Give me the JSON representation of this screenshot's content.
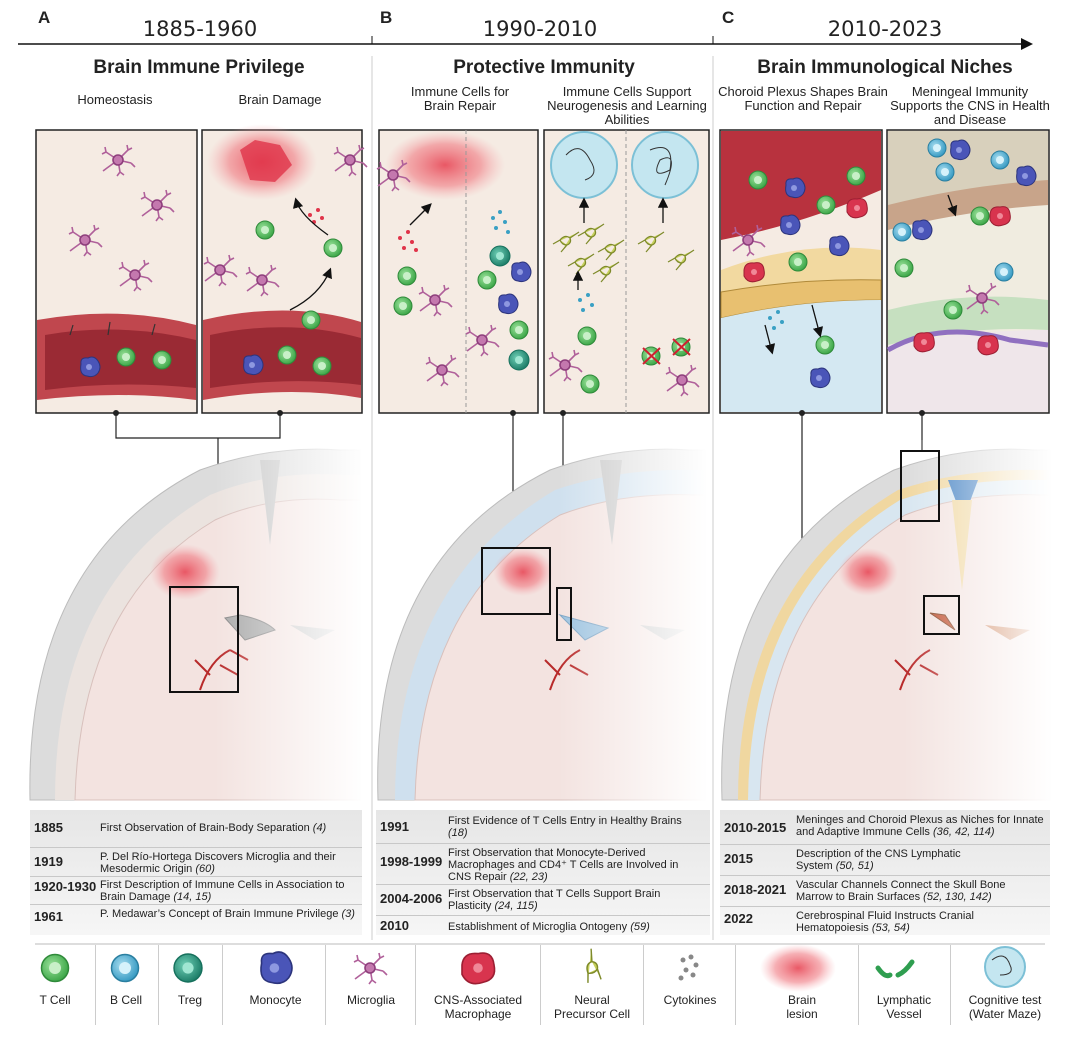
{
  "panels": [
    {
      "letter": "A",
      "era": "1885-1960",
      "title": "Brain Immune Privilege",
      "subtitles": [
        "Homeostasis",
        "Brain Damage"
      ]
    },
    {
      "letter": "B",
      "era": "1990-2010",
      "title": "Protective Immunity",
      "subtitles": [
        "Immune Cells for Brain Repair",
        "Immune Cells Support Neurogenesis and Learning Abilities"
      ]
    },
    {
      "letter": "C",
      "era": "2010-2023",
      "title": "Brain Immunological Niches",
      "subtitles": [
        "Choroid Plexus Shapes Brain Function and Repair",
        "Meningeal Immunity Supports the CNS in Health and Disease"
      ]
    }
  ],
  "timeline_a": [
    {
      "year": "1885",
      "text": "First Observation of Brain-Body Separation",
      "refs": "(4)"
    },
    {
      "year": "1919",
      "text": "P. Del Río-Hortega Discovers Microglia and their Mesodermic Origin",
      "refs": "(60)"
    },
    {
      "year": "1920-1930",
      "text": "First Description of Immune Cells in Association to Brain Damage",
      "refs": "(14, 15)"
    },
    {
      "year": "1961",
      "text": "P. Medawar’s Concept of Brain Immune Privilege",
      "refs": "(3)"
    }
  ],
  "timeline_b": [
    {
      "year": "1991",
      "text": "First Evidence of T Cells Entry in Healthy Brains",
      "refs": "(18)"
    },
    {
      "year": "1998-1999",
      "text": "First Observation that Monocyte-Derived Macrophages and CD4⁺ T Cells are Involved in CNS Repair",
      "refs": "(22, 23)"
    },
    {
      "year": "2004-2006",
      "text": "First Observation that T Cells Support Brain Plasticity",
      "refs": "(24, 115)"
    },
    {
      "year": "2010",
      "text": "Establishment of Microglia Ontogeny",
      "refs": "(59)"
    }
  ],
  "timeline_c": [
    {
      "year": "2010-2015",
      "text": "Meninges and Choroid Plexus as Niches for Innate and Adaptive Immune Cells",
      "refs": "(36, 42, 114)"
    },
    {
      "year": "2015",
      "text": "Description of the CNS Lymphatic System",
      "refs": "(50, 51)"
    },
    {
      "year": "2018-2021",
      "text": "Vascular Channels Connect the Skull Bone Marrow to Brain Surfaces",
      "refs": "(52, 130, 142)"
    },
    {
      "year": "2022",
      "text": "Cerebrospinal Fluid Instructs Cranial Hematopoiesis",
      "refs": "(53, 54)"
    }
  ],
  "legend": [
    {
      "label": "T Cell",
      "icon": "t-cell-icon"
    },
    {
      "label": "B Cell",
      "icon": "b-cell-icon"
    },
    {
      "label": "Treg",
      "icon": "treg-icon"
    },
    {
      "label": "Monocyte",
      "icon": "monocyte-icon"
    },
    {
      "label": "Microglia",
      "icon": "microglia-icon"
    },
    {
      "label": "CNS-Associated Macrophage",
      "icon": "macrophage-icon"
    },
    {
      "label": "Neural Precursor Cell",
      "icon": "neural-precursor-icon"
    },
    {
      "label": "Cytokines",
      "icon": "cytokines-icon"
    },
    {
      "label": "Brain lesion",
      "icon": "brain-lesion-icon"
    },
    {
      "label": "Lymphatic Vessel",
      "icon": "lymphatic-vessel-icon"
    },
    {
      "label": "Cognitive test (Water Maze)",
      "icon": "water-maze-icon"
    }
  ],
  "colors": {
    "t_cell": "#5cbf5c",
    "b_cell": "#5bb8d8",
    "treg": "#2f9e88",
    "monocyte": "#4a55b8",
    "microglia": "#b0609a",
    "macrophage": "#d8344e",
    "neural": "#b6c24a",
    "lesion": "#e8505e",
    "vessel": "#a8323a"
  }
}
